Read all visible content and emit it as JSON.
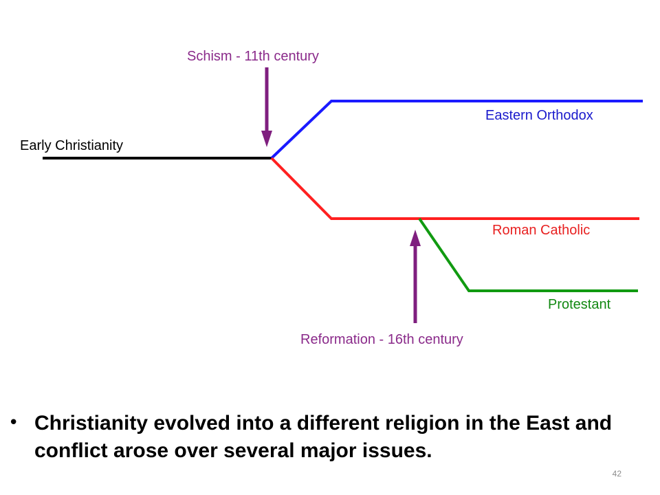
{
  "diagram": {
    "schism_label": "Schism - 11th century",
    "early_label": "Early Christianity",
    "eastern_label": "Eastern Orthodox",
    "roman_label": "Roman Catholic",
    "protestant_label": "Protestant",
    "reformation_label": "Reformation - 16th century"
  },
  "colors": {
    "early": "#000000",
    "eastern": "#1a1aff",
    "roman": "#ff2020",
    "protestant": "#119a11",
    "arrow": "#7f1f7f",
    "eastern_text": "#1a1acc",
    "roman_text": "#e82020",
    "protestant_text": "#118811",
    "arrow_text": "#8a2a8a"
  },
  "bullet": {
    "symbol": "•",
    "text": "Christianity evolved into a different religion in the East and conflict arose over several major issues."
  },
  "slide_number": "42"
}
